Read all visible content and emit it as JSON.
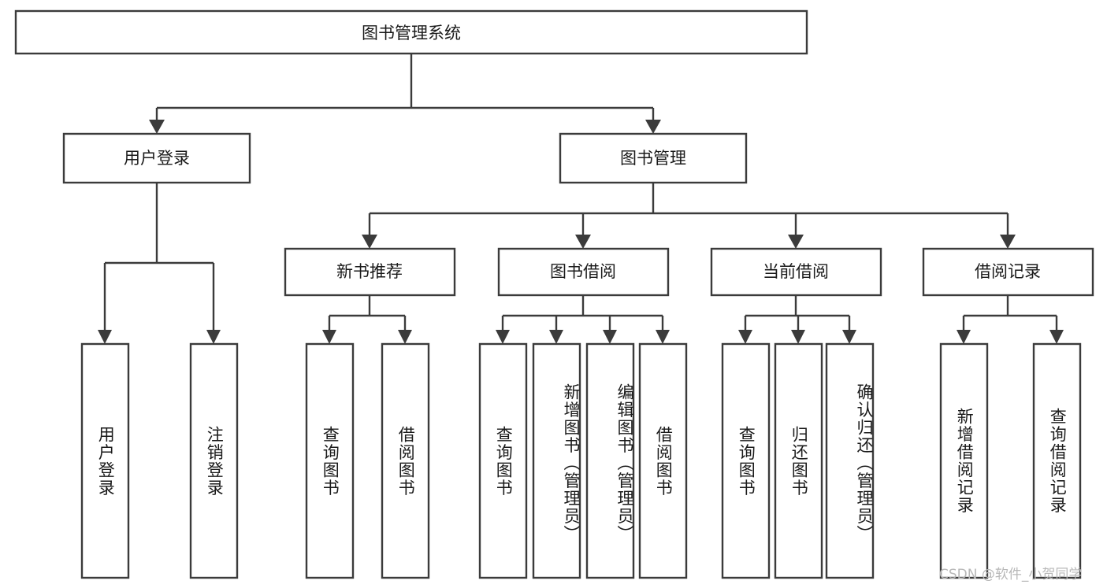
{
  "diagram": {
    "type": "tree",
    "title": "图书管理系统",
    "root": {
      "id": "root",
      "label": "图书管理系统"
    },
    "level2": [
      {
        "id": "user-login",
        "label": "用户登录"
      },
      {
        "id": "book-manage",
        "label": "图书管理"
      }
    ],
    "level3": [
      {
        "id": "new-book-recommend",
        "label": "新书推荐",
        "parent": "book-manage"
      },
      {
        "id": "book-borrow",
        "label": "图书借阅",
        "parent": "book-manage"
      },
      {
        "id": "current-borrow",
        "label": "当前借阅",
        "parent": "book-manage"
      },
      {
        "id": "borrow-record",
        "label": "借阅记录",
        "parent": "book-manage"
      }
    ],
    "leaves": [
      {
        "id": "leaf-user-login",
        "label": "用户登录",
        "parent": "user-login"
      },
      {
        "id": "leaf-logout-login",
        "label": "注销登录",
        "parent": "user-login"
      },
      {
        "id": "leaf-query-book-1",
        "label": "查询图书",
        "parent": "new-book-recommend"
      },
      {
        "id": "leaf-borrow-book-1",
        "label": "借阅图书",
        "parent": "new-book-recommend"
      },
      {
        "id": "leaf-query-book-2",
        "label": "查询图书",
        "parent": "book-borrow"
      },
      {
        "id": "leaf-add-book",
        "label": "新增图书（管理员）",
        "parent": "book-borrow"
      },
      {
        "id": "leaf-edit-book",
        "label": "编辑图书（管理员）",
        "parent": "book-borrow"
      },
      {
        "id": "leaf-borrow-book-2",
        "label": "借阅图书",
        "parent": "book-borrow"
      },
      {
        "id": "leaf-query-book-3",
        "label": "查询图书",
        "parent": "current-borrow"
      },
      {
        "id": "leaf-return-book",
        "label": "归还图书",
        "parent": "current-borrow"
      },
      {
        "id": "leaf-confirm-return",
        "label": "确认归还（管理员）",
        "parent": "current-borrow"
      },
      {
        "id": "leaf-add-record",
        "label": "新增借阅记录",
        "parent": "borrow-record"
      },
      {
        "id": "leaf-query-record",
        "label": "查询借阅记录",
        "parent": "borrow-record"
      }
    ],
    "colors": {
      "stroke": "#3b3b3b",
      "fill": "#ffffff",
      "text": "#1a1a1a",
      "watermark": "#b8b8b8"
    }
  },
  "watermark": {
    "text": "CSDN @软件_小贺同学"
  }
}
